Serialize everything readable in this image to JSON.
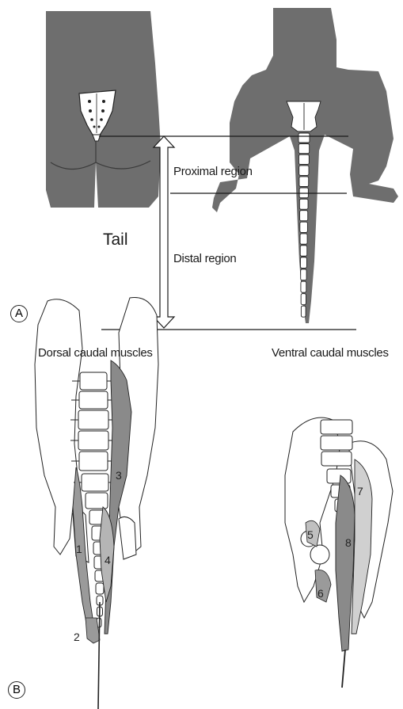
{
  "panel_a": {
    "letter": "A",
    "human_label": "Tail",
    "proximal_label": "Proximal region",
    "distal_label": "Distal region"
  },
  "panel_b": {
    "letter": "B",
    "dorsal_title": "Dorsal caudal muscles",
    "ventral_title": "Ventral caudal muscles",
    "muscle_numbers": [
      "1",
      "2",
      "3",
      "4",
      "5",
      "6",
      "7",
      "8"
    ]
  },
  "colors": {
    "silhouette": "#6e6e6e",
    "muscle_dark": "#8a8a8a",
    "muscle_light": "#c8c8c8",
    "bone": "#ffffff",
    "line": "#1a1a1a"
  }
}
